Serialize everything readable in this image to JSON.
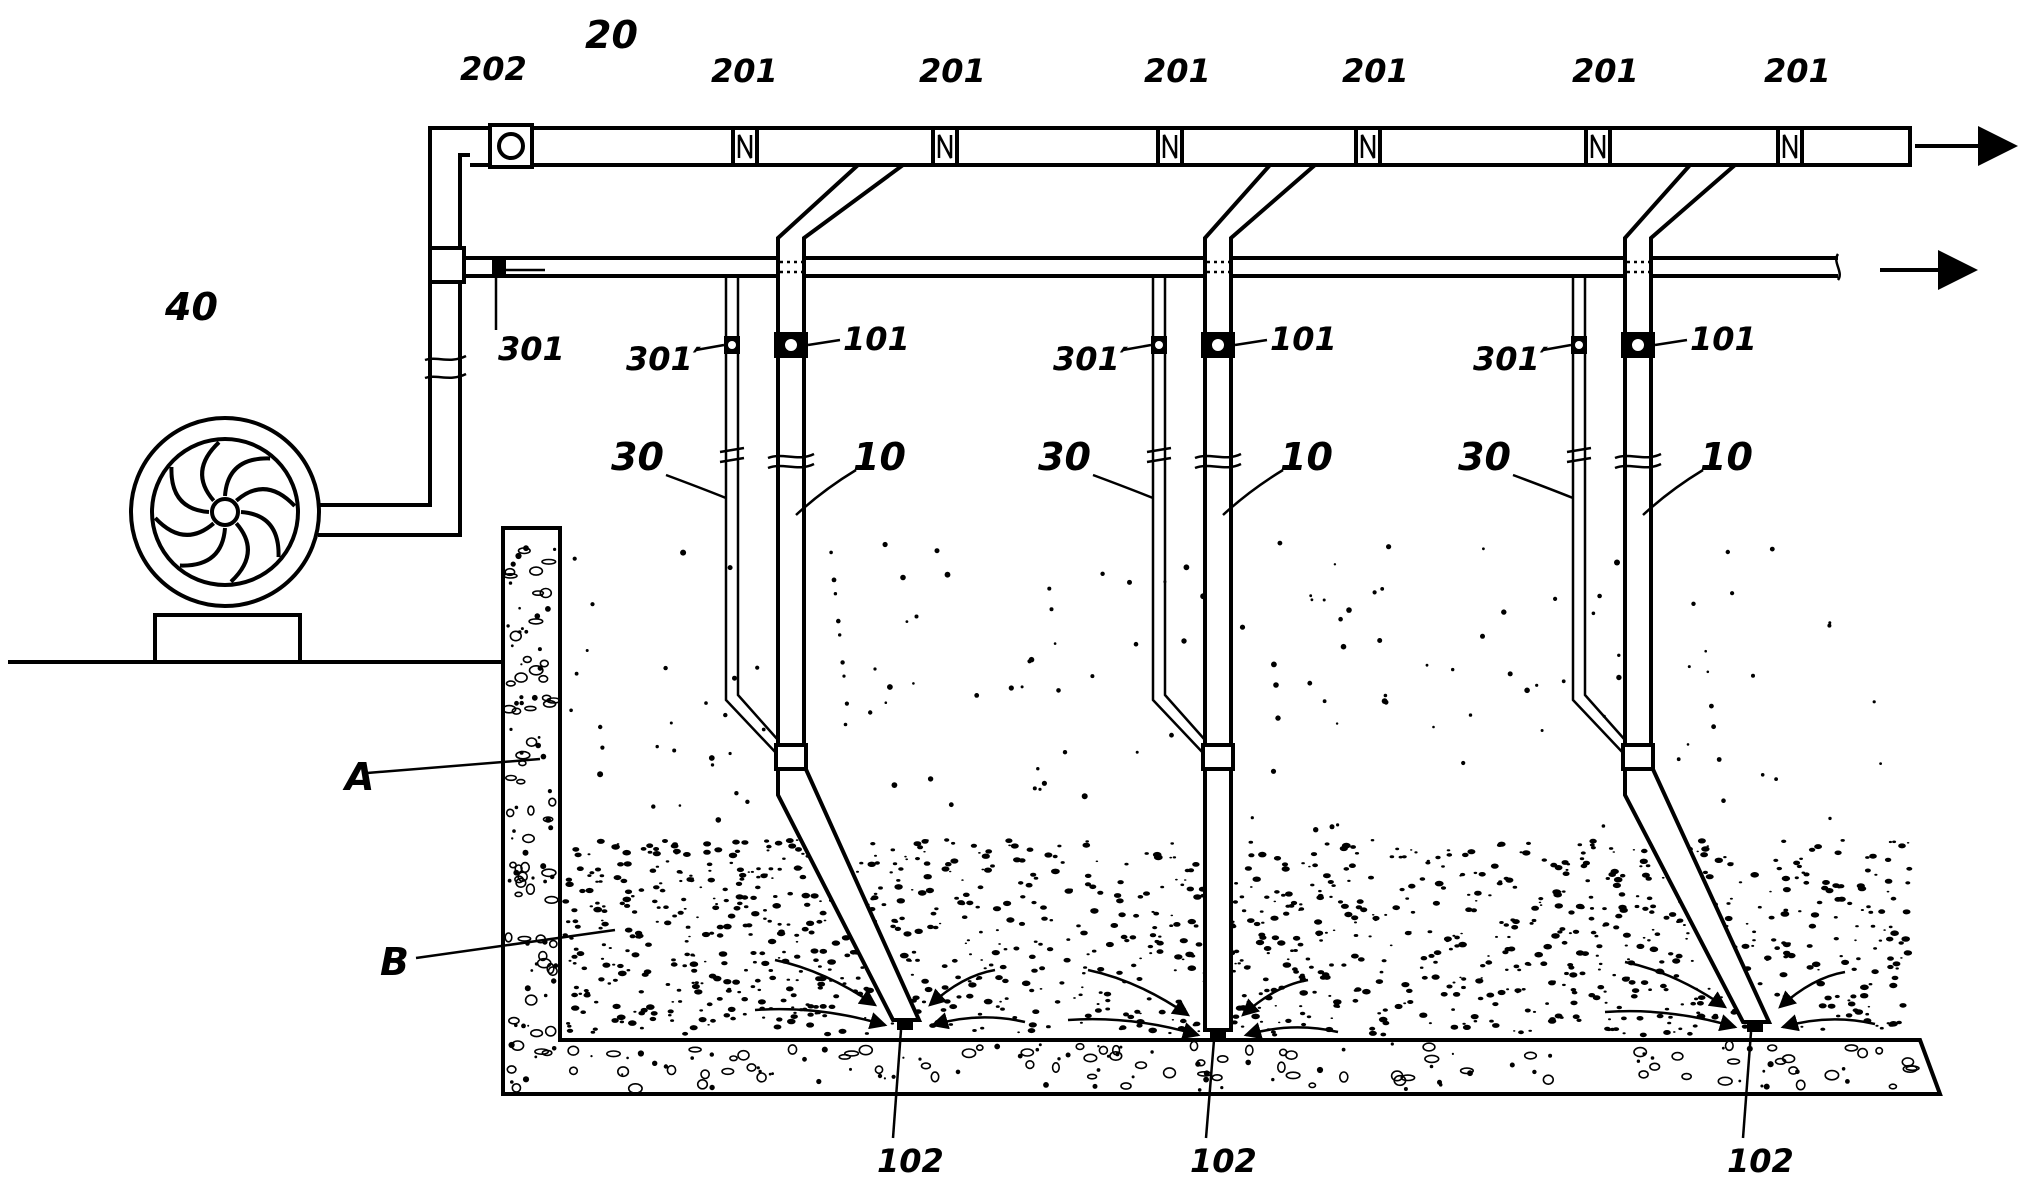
{
  "diagram": {
    "labels": {
      "blower": "40",
      "main_pipe": "20",
      "main_valve": "202",
      "check_valve": "201",
      "aux_valve": "301",
      "branch_aux_valve": "301′",
      "branch_valve": "101",
      "aux_pipe": "30",
      "suction_pipe": "10",
      "pipe_outlet": "102",
      "wall": "A",
      "sediment": "B"
    }
  }
}
